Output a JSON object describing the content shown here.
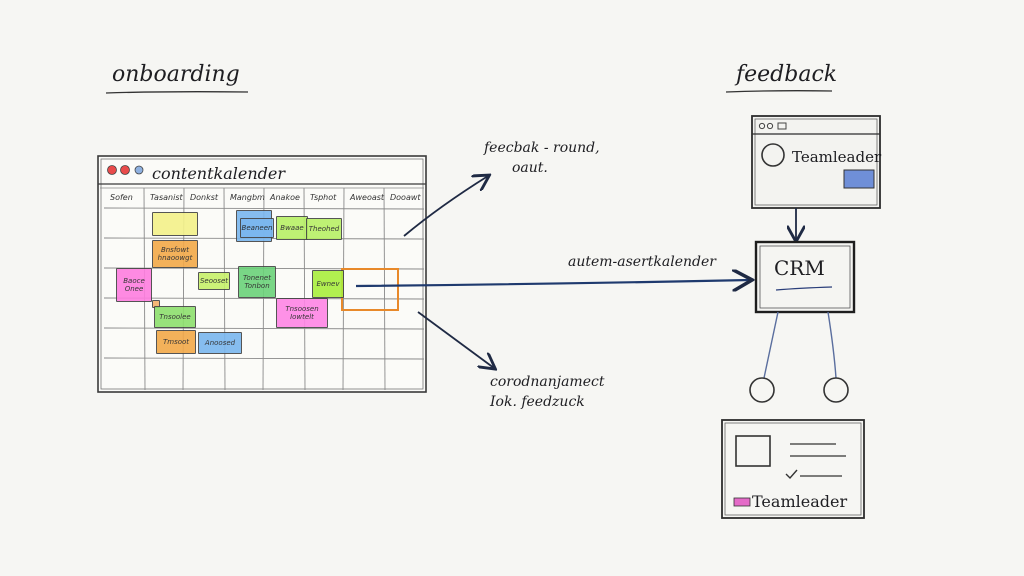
{
  "titles": {
    "left": "onboarding",
    "right": "feedback"
  },
  "calendar": {
    "window_title": "contentkalender",
    "columns": [
      "Sofen",
      "Tasanist",
      "Donkst",
      "Mangbm",
      "Anakoe",
      "Tsphot",
      "Aweoast",
      "Dooawt"
    ],
    "tags": [
      {
        "text": "",
        "color": "#f4f28a"
      },
      {
        "text": "Bnsfowt hnaoowgt",
        "color": "#f3a94a"
      },
      {
        "text": "Baoce Onee",
        "color": "#ff7ee0"
      },
      {
        "text": "",
        "color": "#7ab7ef"
      },
      {
        "text": "Beaneen",
        "color": "#7ab7ef"
      },
      {
        "text": "Bwaae",
        "color": "#b8f066"
      },
      {
        "text": "Theohed",
        "color": "#b8f066"
      },
      {
        "text": "Seooset",
        "color": "#c7f06b"
      },
      {
        "text": "Tonenet Tonbon",
        "color": "#6cd27a"
      },
      {
        "text": "Ewnev",
        "color": "#a9ee3e"
      },
      {
        "text": "",
        "color": "#f5b06a"
      },
      {
        "text": "Tnsoolee",
        "color": "#8ee06e"
      },
      {
        "text": "Tnsoosen Iowtelt",
        "color": "#ff86e6"
      },
      {
        "text": "Tmsoot",
        "color": "#f3a94a"
      },
      {
        "text": "Anoosed",
        "color": "#7ab7ef"
      }
    ]
  },
  "annotations": {
    "feedback_round_line1": "feecbak - round,",
    "feedback_round_line2": "oaut.",
    "auto_label": "autem-asertkalender",
    "coord_line1": "corodnanjamect",
    "coord_line2": "Iok. feedzuck"
  },
  "nodes": {
    "crm": "CRM",
    "teamleader_top": "Teamleader",
    "teamleader_bottom": "Teamleader"
  }
}
